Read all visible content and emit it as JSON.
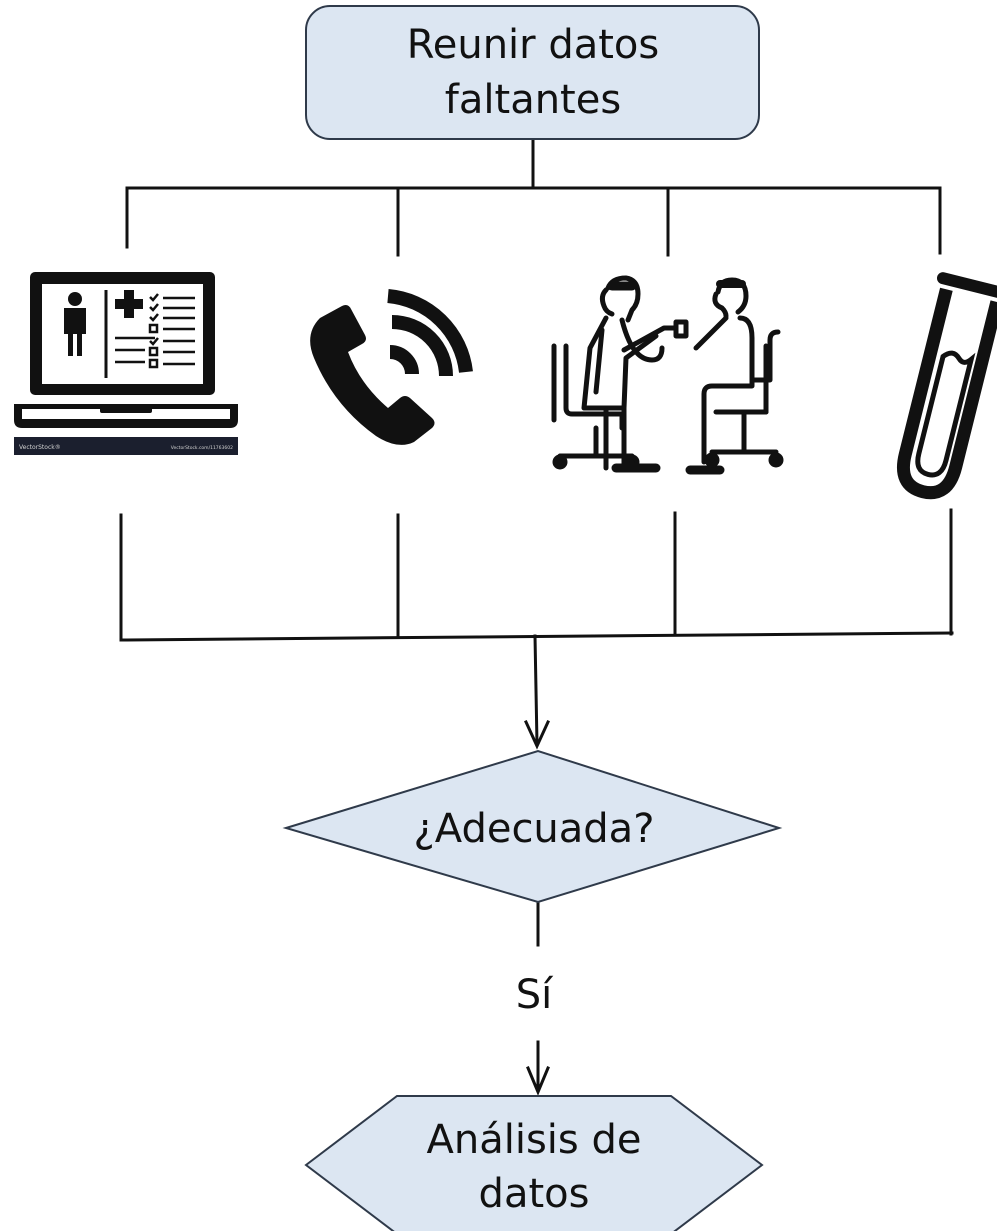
{
  "nodes": {
    "start": {
      "line1": "Reunir datos",
      "line2": "faltantes"
    },
    "decision": {
      "label": "¿Adecuada?"
    },
    "end": {
      "line1": "Análisis de",
      "line2": "datos"
    }
  },
  "edges": {
    "yes_label": "Sí"
  },
  "sources": [
    {
      "icon": "laptop-medical-record-icon",
      "watermark_left": "VectorStock®",
      "watermark_right": "VectorStock.com/11763602"
    },
    {
      "icon": "phone-call-icon"
    },
    {
      "icon": "doctor-patient-consultation-icon"
    },
    {
      "icon": "test-tube-icon"
    }
  ],
  "colors": {
    "node_fill": "#dce6f2",
    "node_stroke": "#2f3a4a",
    "line": "#111111"
  }
}
